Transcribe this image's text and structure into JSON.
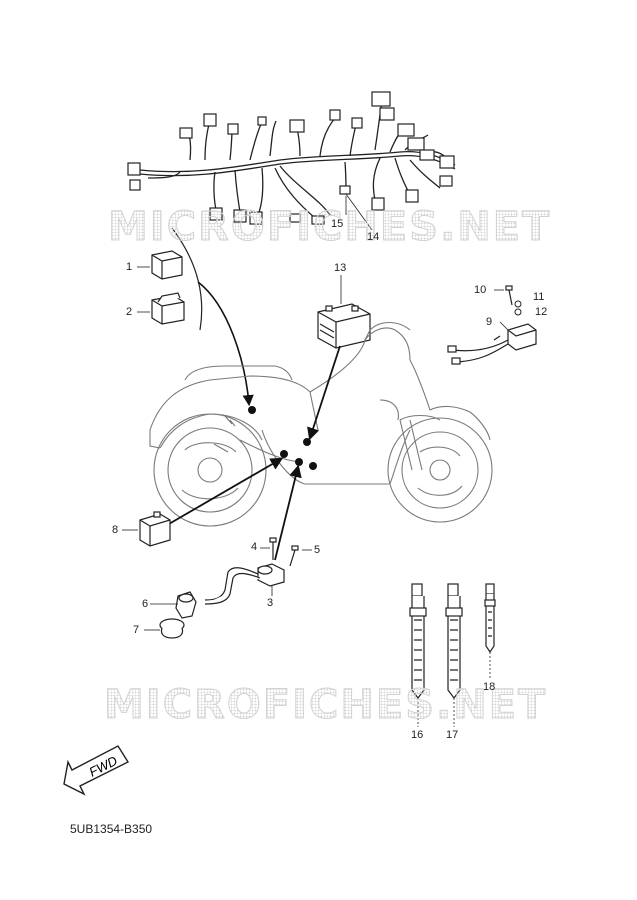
{
  "watermark": "MICROFICHES.NET",
  "fwd_label": "FWD",
  "diagram_code": "5UB1354-B350",
  "callouts": [
    "1",
    "2",
    "3",
    "4",
    "5",
    "6",
    "7",
    "8",
    "9",
    "10",
    "11",
    "12",
    "13",
    "14",
    "15",
    "16",
    "17",
    "18"
  ]
}
